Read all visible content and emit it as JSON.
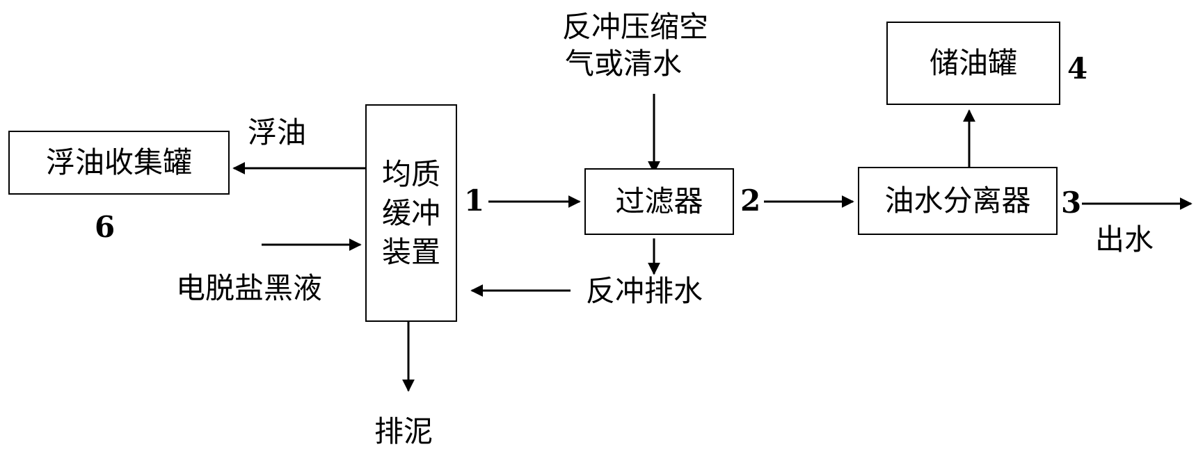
{
  "nodes": {
    "homogenizer": {
      "lines": [
        "均质",
        "缓冲",
        "装置"
      ],
      "number": "1"
    },
    "filter": {
      "label": "过滤器",
      "number": "2"
    },
    "separator": {
      "label": "油水分离器",
      "number": "3"
    },
    "oil_tank": {
      "label": "储油罐",
      "number": "4"
    },
    "float_oil_tank": {
      "label": "浮油收集罐",
      "number": "6"
    }
  },
  "edge_labels": {
    "float_oil": "浮油",
    "feed": "电脱盐黑液",
    "sludge": "排泥",
    "backwash_in_line1": "反冲压缩空",
    "backwash_in_line2": "气或清水",
    "backwash_out": "反冲排水",
    "outlet": "出水"
  }
}
